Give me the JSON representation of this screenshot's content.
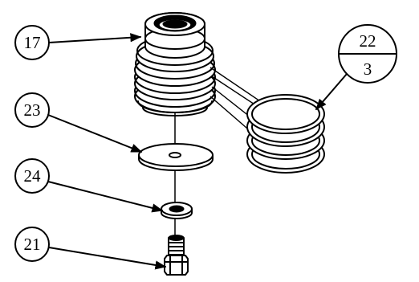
{
  "callouts": {
    "c17": "17",
    "c22_top": "22",
    "c22_bottom": "3",
    "c23": "23",
    "c24": "24",
    "c21": "21"
  }
}
